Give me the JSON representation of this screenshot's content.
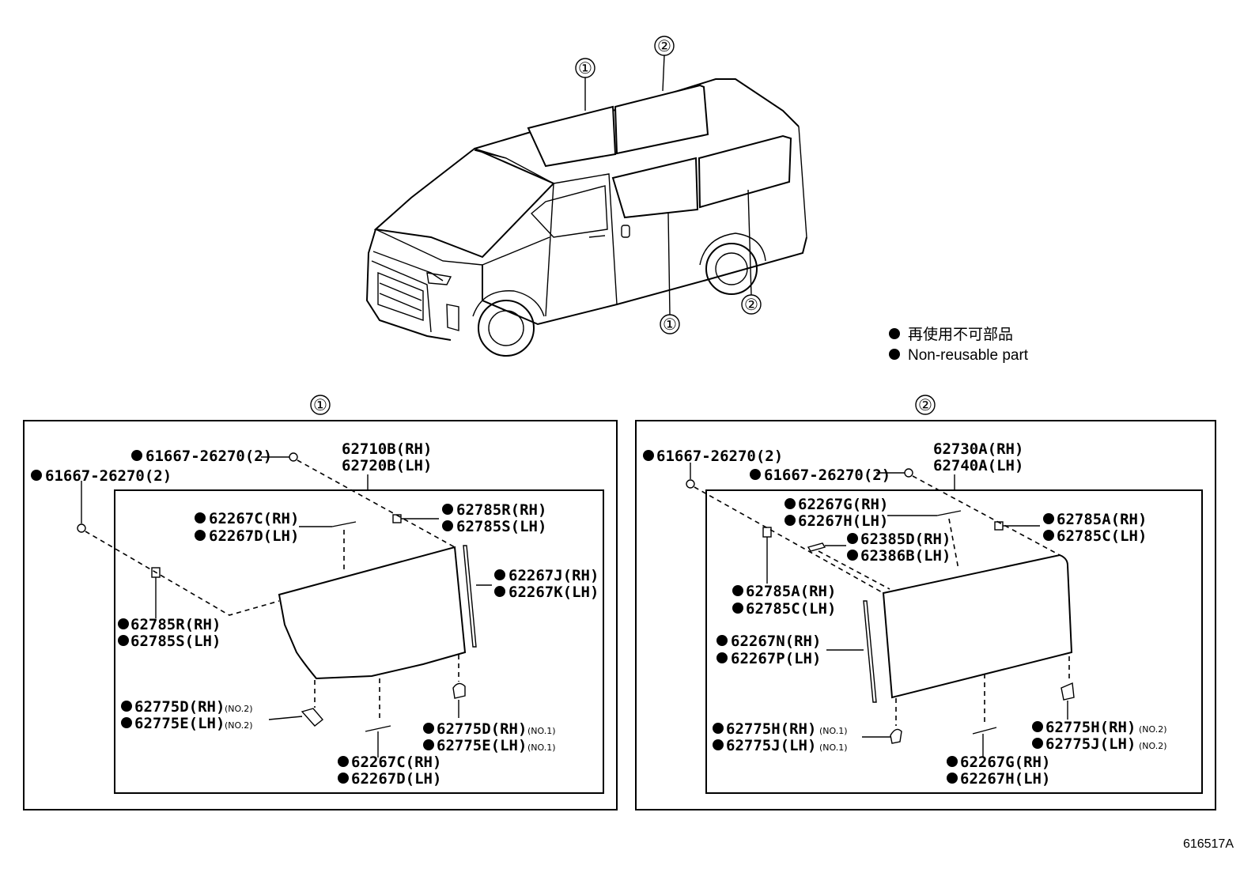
{
  "callouts": {
    "one": "①",
    "two": "②"
  },
  "legend": {
    "bullet": "●",
    "japanese": "再使用不可部品",
    "english": "Non-reusable part"
  },
  "panel1": {
    "title": "①",
    "clip_a": "61667-26270(2)",
    "clip_b": "61667-26270(2)",
    "glass_rh": "62710B(RH)",
    "glass_lh": "62720B(LH)",
    "top_pin_rh": "62785R(RH)",
    "top_pin_lh": "62785S(LH)",
    "upper_spacer_rh": "62267C(RH)",
    "upper_spacer_lh": "62267D(LH)",
    "side_spacer_rh": "62267J(RH)",
    "side_spacer_lh": "62267K(LH)",
    "left_pin_rh": "62785R(RH)",
    "left_pin_lh": "62785S(LH)",
    "stopper2_rh": "62775D(RH)",
    "stopper2_lh": "62775E(LH)",
    "stopper2_note": "(NO.2)",
    "stopper1_rh": "62775D(RH)",
    "stopper1_lh": "62775E(LH)",
    "stopper1_note": "(NO.1)",
    "lower_spacer_rh": "62267C(RH)",
    "lower_spacer_lh": "62267D(LH)"
  },
  "panel2": {
    "title": "②",
    "clip_a": "61667-26270(2)",
    "clip_b": "61667-26270(2)",
    "glass_rh": "62730A(RH)",
    "glass_lh": "62740A(LH)",
    "upper_spacer_rh": "62267G(RH)",
    "upper_spacer_lh": "62267H(LH)",
    "dam_rh": "62385D(RH)",
    "dam_lh": "62386B(LH)",
    "right_pin_rh": "62785A(RH)",
    "right_pin_lh": "62785C(LH)",
    "left_pin_rh": "62785A(RH)",
    "left_pin_lh": "62785C(LH)",
    "side_spacer_rh": "62267N(RH)",
    "side_spacer_lh": "62267P(LH)",
    "stopper1_rh": "62775H(RH)",
    "stopper1_lh": "62775J(LH)",
    "stopper1_note": "(NO.1)",
    "stopper2_rh": "62775H(RH)",
    "stopper2_lh": "62775J(LH)",
    "stopper2_note": "(NO.2)",
    "lower_spacer_rh": "62267G(RH)",
    "lower_spacer_lh": "62267H(LH)"
  },
  "reference": "616517A"
}
